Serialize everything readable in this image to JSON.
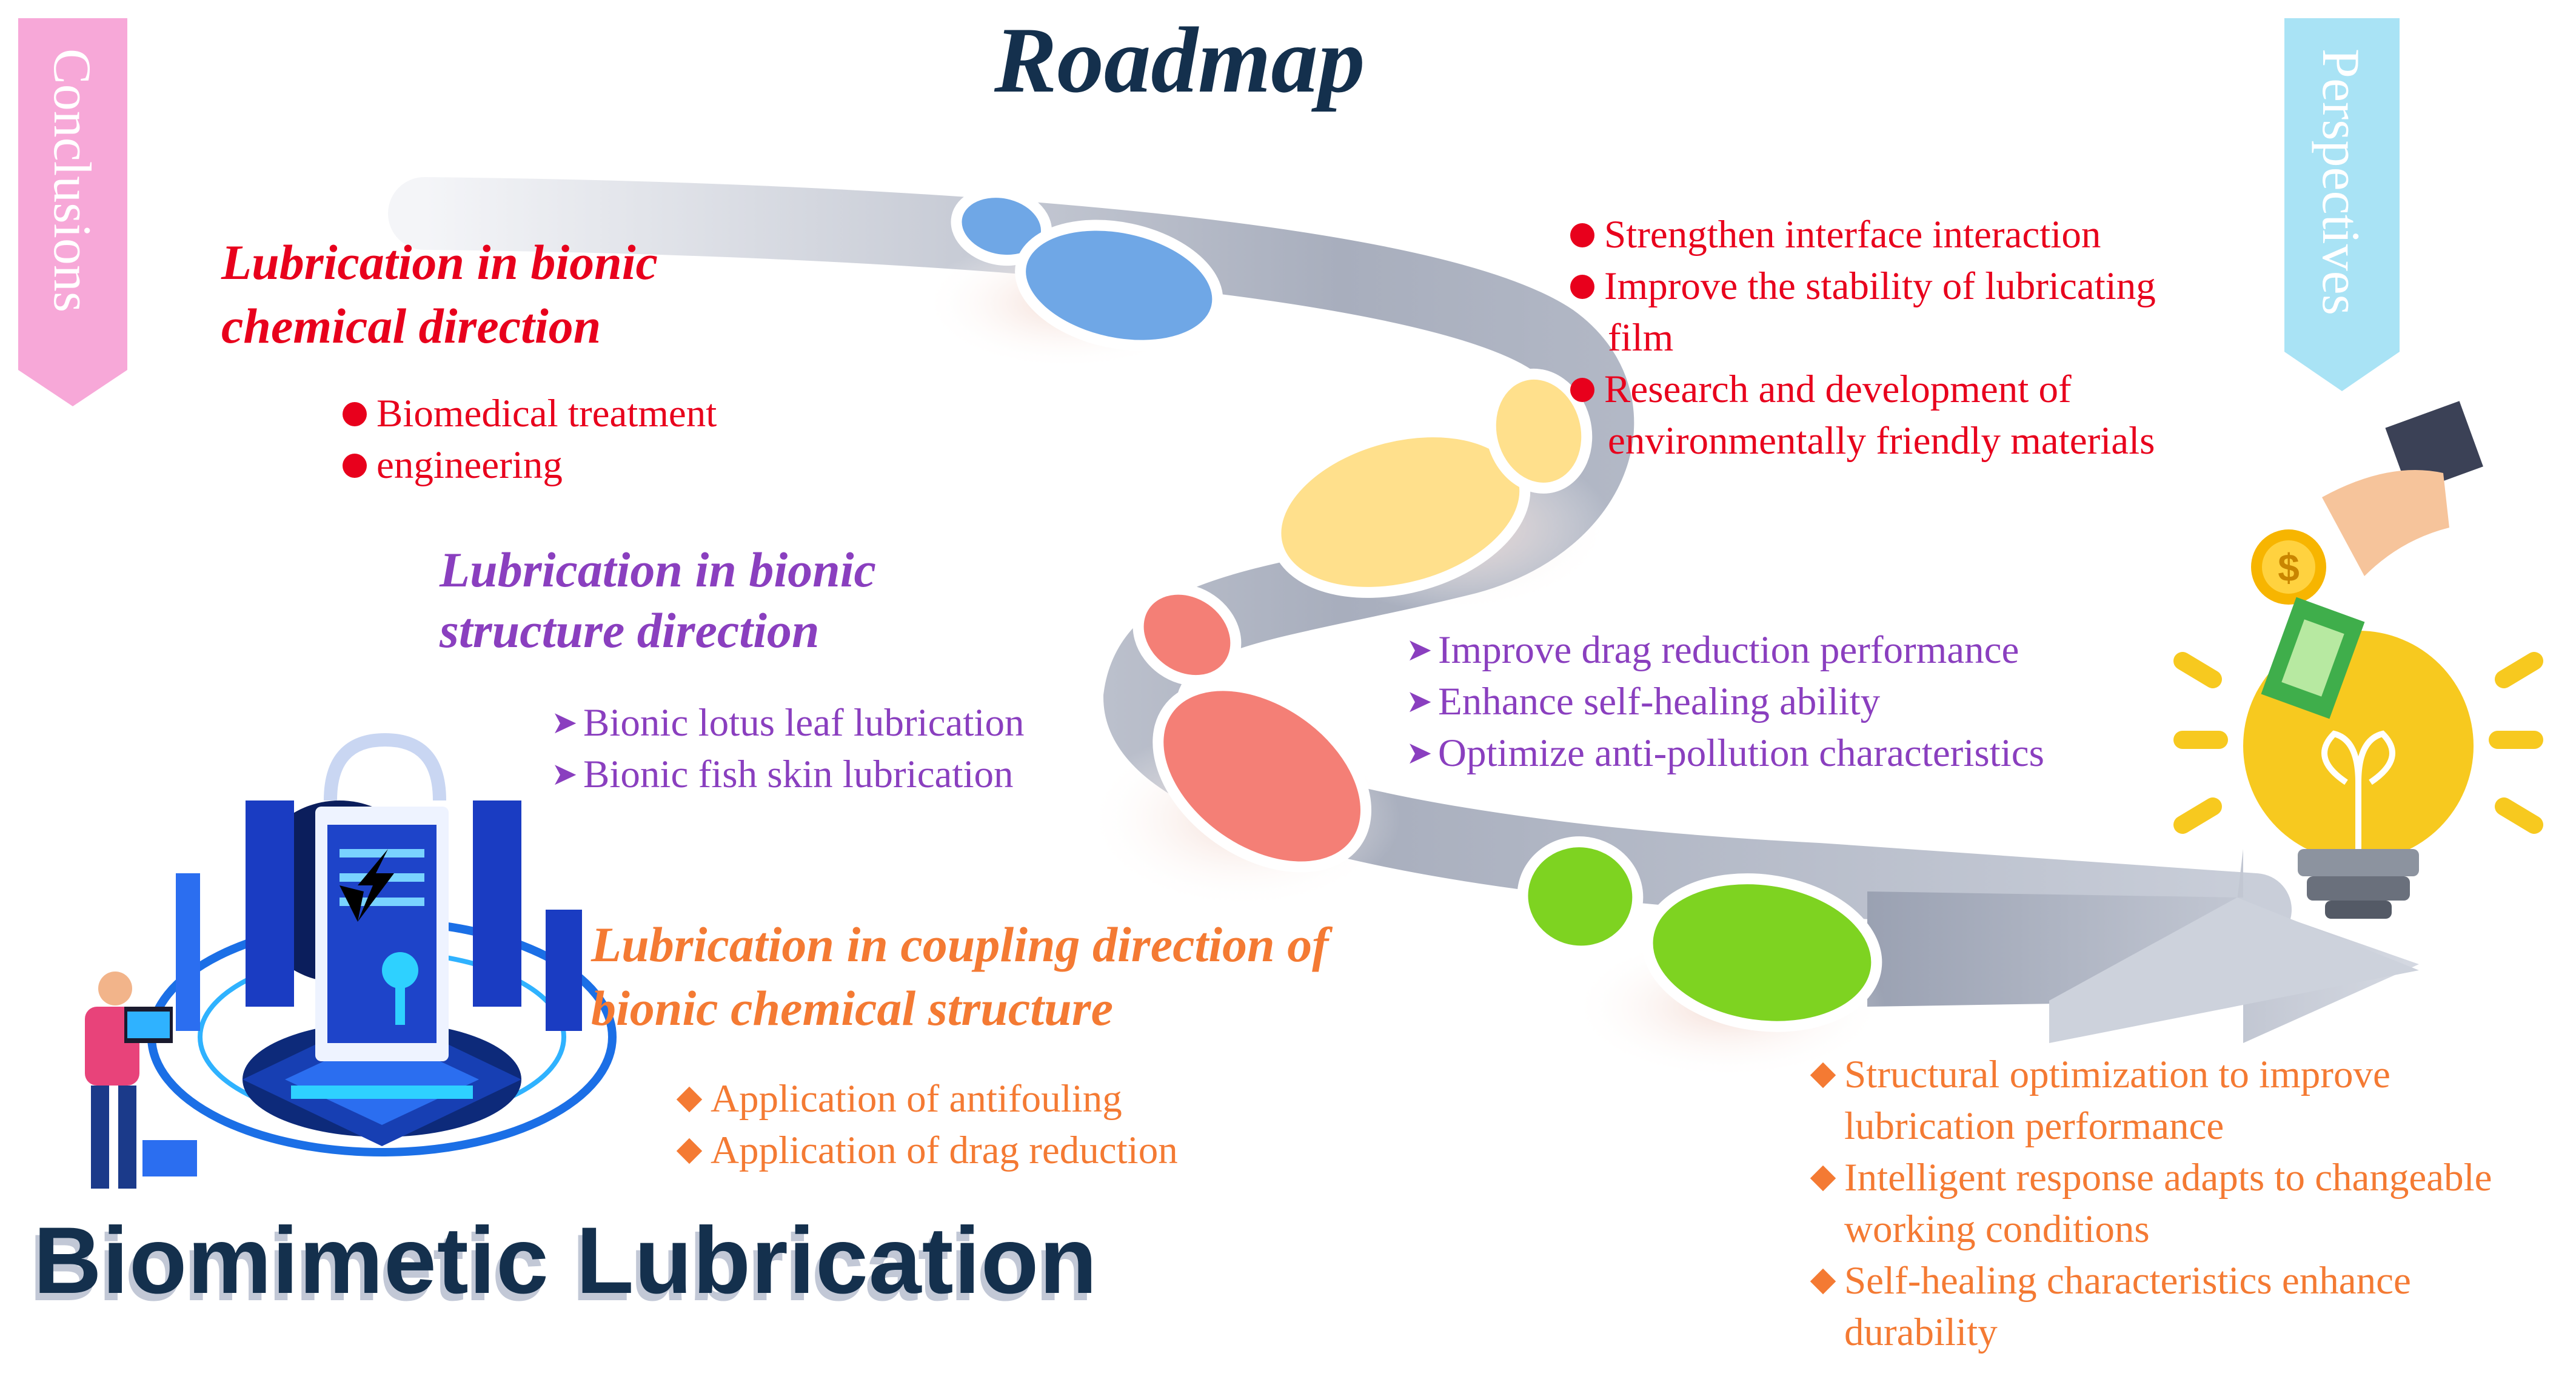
{
  "title": "Roadmap",
  "side_labels": {
    "left": "Conclusions",
    "right": "Perspectives"
  },
  "colors": {
    "red": "#e8001c",
    "purple": "#8a3fbf",
    "orange": "#f47a33",
    "navy": "#14304d",
    "pink": "#f7a8d8",
    "sky": "#a9e3f5"
  },
  "bottom_title": "Biomimetic Lubrication",
  "chemical": {
    "heading_lines": [
      "Lubrication in bionic",
      "chemical direction"
    ],
    "items": [
      "Biomedical treatment",
      "engineering"
    ]
  },
  "structure": {
    "heading_lines": [
      "Lubrication in bionic",
      "structure direction"
    ],
    "items": [
      "Bionic lotus leaf lubrication",
      "Bionic fish skin lubrication"
    ]
  },
  "coupling": {
    "heading_lines": [
      "Lubrication in coupling direction of",
      "bionic chemical structure"
    ],
    "items": [
      "Application of antifouling",
      "Application of drag reduction"
    ]
  },
  "persp_chemical": {
    "items": [
      [
        "Strengthen interface interaction"
      ],
      [
        "Improve the stability of lubricating",
        "film"
      ],
      [
        "Research and development of",
        "environmentally friendly materials"
      ]
    ]
  },
  "persp_structure": {
    "items": [
      "Improve drag reduction performance",
      "Enhance self-healing ability",
      "Optimize anti-pollution characteristics"
    ]
  },
  "persp_coupling": {
    "items": [
      [
        "Structural optimization to improve",
        "lubrication performance"
      ],
      [
        "Intelligent response adapts to changeable",
        "working conditions"
      ],
      [
        "Self-healing characteristics enhance",
        "durability"
      ]
    ]
  },
  "icons": [
    "footprint-blue-icon",
    "footprint-yellow-icon",
    "footprint-red-icon",
    "footprint-green-icon",
    "arrow-road-icon",
    "server-lock-illustration",
    "lightbulb-coin-illustration"
  ]
}
